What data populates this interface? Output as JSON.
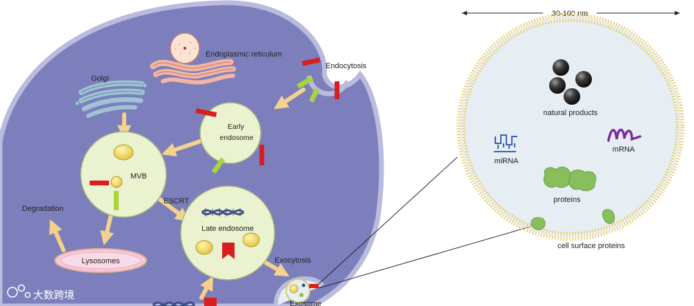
{
  "labels": {
    "endoplasmic_reticulum": "Endoplasmic reticulum",
    "endocytosis": "Endocytosis",
    "golgi": "Golgi",
    "early_endosome_1": "Early",
    "early_endosome_2": "endosome",
    "mvb": "MVB",
    "escrt": "ESCRT",
    "late_endosome": "Late endosome",
    "degradation": "Degradation",
    "lysosomes": "Lysosomes",
    "exocytosis": "Exocytosis",
    "exosome": "Exosome"
  },
  "exosome_detail": {
    "size_range": "30-100 nm",
    "cargo": {
      "natural_products": "natural products",
      "mirna": "miRNA",
      "mrna": "mRNA",
      "proteins": "proteins"
    },
    "surface": "cell surface proteins"
  },
  "watermark": "大数跨境",
  "colors": {
    "cell_fill": "#7d7fbd",
    "cell_membrane": "#b9bbdf",
    "vesicle_fill": "#eaf2cf",
    "arrow": "#f3d28c",
    "receptor_red": "#d91e1e",
    "receptor_green": "#a8d53c",
    "exosome_lumen": "#e6edf3",
    "protein_green": "#88be5c"
  }
}
